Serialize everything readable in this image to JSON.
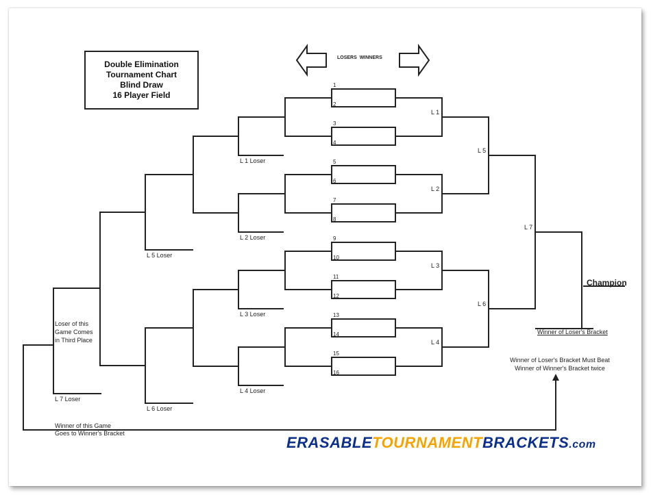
{
  "title": {
    "line1": "Double Elimination",
    "line2": "Tournament Chart",
    "line3": "Blind Draw",
    "line4": "16 Player Field"
  },
  "direction": {
    "losers": "LOSERS",
    "winners": "WINNERS"
  },
  "seeds": [
    "1",
    "2",
    "3",
    "4",
    "5",
    "6",
    "7",
    "8",
    "9",
    "10",
    "11",
    "12",
    "13",
    "14",
    "15",
    "16"
  ],
  "winners_labels": {
    "l1": "L 1",
    "l2": "L 2",
    "l3": "L 3",
    "l4": "L 4",
    "l5": "L 5",
    "l6": "L 6",
    "l7": "L 7"
  },
  "losers_labels": {
    "l1_loser": "L 1 Loser",
    "l2_loser": "L 2 Loser",
    "l3_loser": "L 3 Loser",
    "l4_loser": "L 4 Loser",
    "l5_loser": "L 5 Loser",
    "l6_loser": "L 6 Loser",
    "l7_loser": "L 7 Loser"
  },
  "third_place": {
    "line1": "Loser of this",
    "line2": "Game Comes",
    "line3": "in Third Place"
  },
  "champion": "Champion",
  "winner_losers_bracket": "Winner of Loser's Bracket",
  "must_beat": {
    "line1": "Winner of Loser's Bracket Must Beat",
    "line2": "Winner of Winner's Bracket twice"
  },
  "goes_to": {
    "line1": "Winner of this Game",
    "line2": "Goes to Winner's Bracket"
  },
  "logo": {
    "part1": "ERASABLE",
    "part2": "TOURNAMENT",
    "part3": "BRACKETS",
    ".com": ".com"
  }
}
